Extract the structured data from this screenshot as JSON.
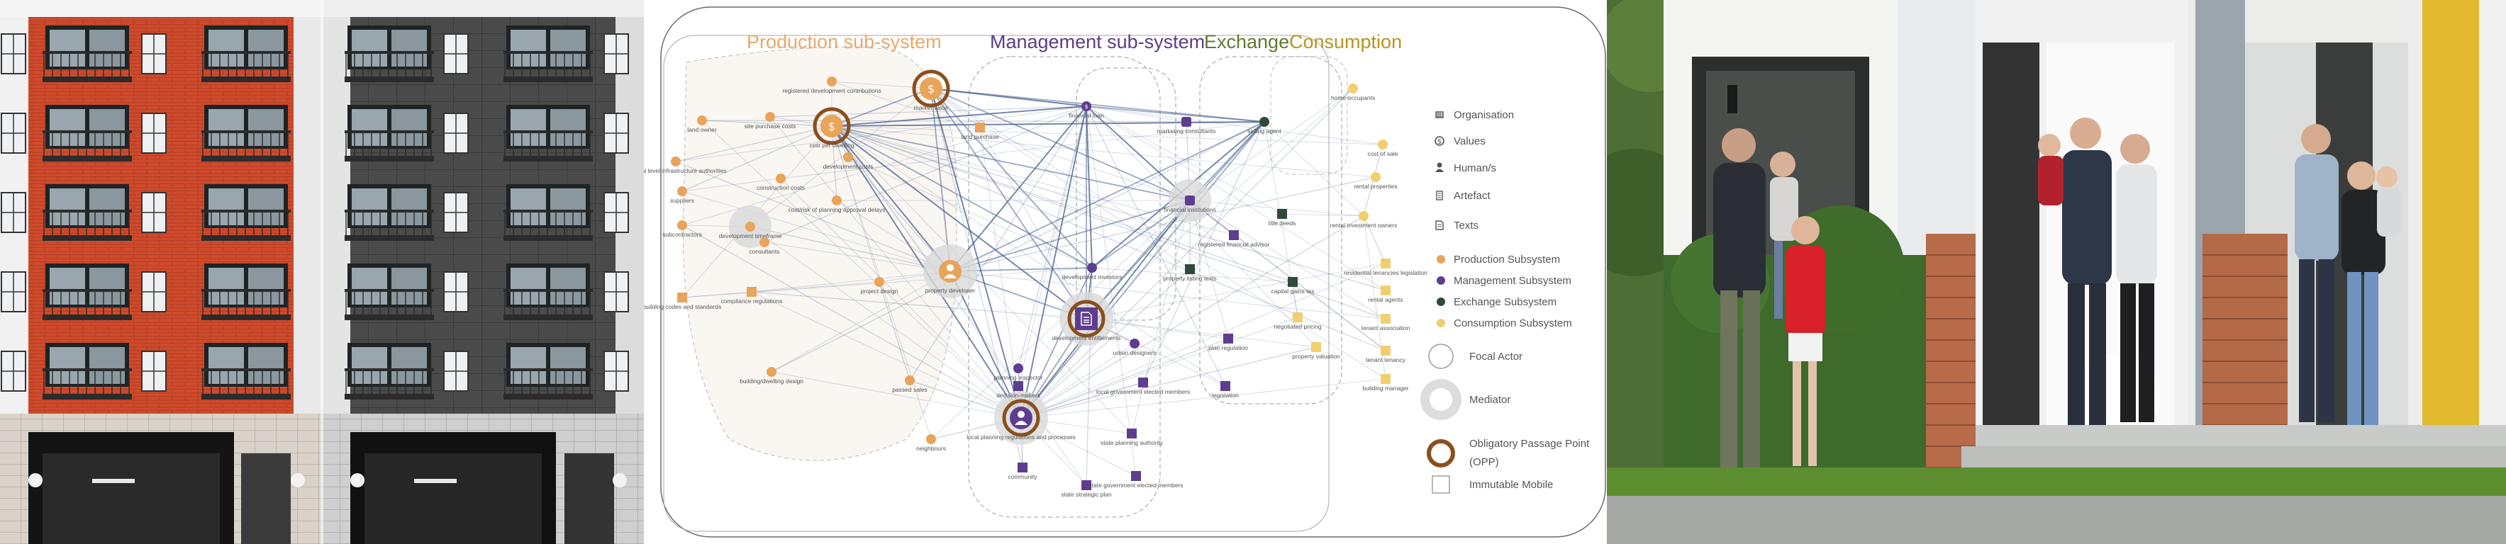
{
  "diagram": {
    "titles": {
      "production": "Production sub-system",
      "management": "Management sub-system",
      "exchange": "Exchange",
      "consumption": "Consumption"
    },
    "colors": {
      "production": "#e8a45a",
      "management": "#5e3d8f",
      "exchange": "#2f4a38",
      "consumption": "#f2cf6e",
      "opp": "#8a4f1e",
      "edge": "#4a6590",
      "production_title": "#e8a86a",
      "management_title": "#5a3d86",
      "exchange_title": "#5e7a2e",
      "consumption_title": "#b8941c"
    },
    "legend": {
      "organisation": "Organisation",
      "values": "Values",
      "humans": "Human/s",
      "artefact": "Artefact",
      "texts": "Texts",
      "production_subsystem": "Production Subsystem",
      "management_subsystem": "Management Subsystem",
      "exchange_subsystem": "Exchange Subsystem",
      "consumption_subsystem": "Consumption Subsystem",
      "focal_actor": "Focal Actor",
      "mediator": "Mediator",
      "opp_line1": "Obligatory Passage Point",
      "opp_line2": "(OPP)",
      "immutable_mobile": "Immutable Mobile"
    },
    "nodes": {
      "n01": "land owner",
      "n02": "site purchase costs",
      "n03": "registered development contributions",
      "n04": "market value",
      "n05": "cost per dwelling",
      "n06": "development costs",
      "n07": "land purchase",
      "n08": "national level infrastructure authorities",
      "n09": "suppliers",
      "n10": "construction costs",
      "n11": "subcontractors",
      "n12": "cost/risk of planning approval delays",
      "n13": "development timeframe",
      "n14": "consultants",
      "n15": "building codes and standards",
      "n16": "compliance regulations",
      "n17": "property developer",
      "n18": "project design",
      "n19": "building/dwelling design",
      "n20": "passed sales",
      "n21": "neighbours",
      "n22": "financial loan",
      "n23": "marketing consultants",
      "n24": "selling agent",
      "n25": "home occupants",
      "n26": "cost of sale",
      "n27": "rental properties",
      "n28": "rental investment owners",
      "n29": "financial institutions",
      "n30": "registered financial advisor",
      "n31": "property listing texts",
      "n32": "title deeds",
      "n33": "capital gains tax",
      "n34": "residential tenancies legislation",
      "n35": "rental agents",
      "n36": "tenant association",
      "n37": "negotiated pricing",
      "n38": "property valuation",
      "n39": "tenant tenancy",
      "n40": "building manager",
      "n41": "development investors",
      "n42": "development entitlements",
      "n43": "urban designers",
      "n44": "legislation",
      "n45": "local planning regulations and processes",
      "n46": "local government elected members",
      "n47": "planning inspector",
      "n48": "state planning authority",
      "n49": "community",
      "n50": "state government elected members",
      "n51": "state strategic plan",
      "n52": "plan regulation",
      "n53": "decision-makers"
    }
  }
}
